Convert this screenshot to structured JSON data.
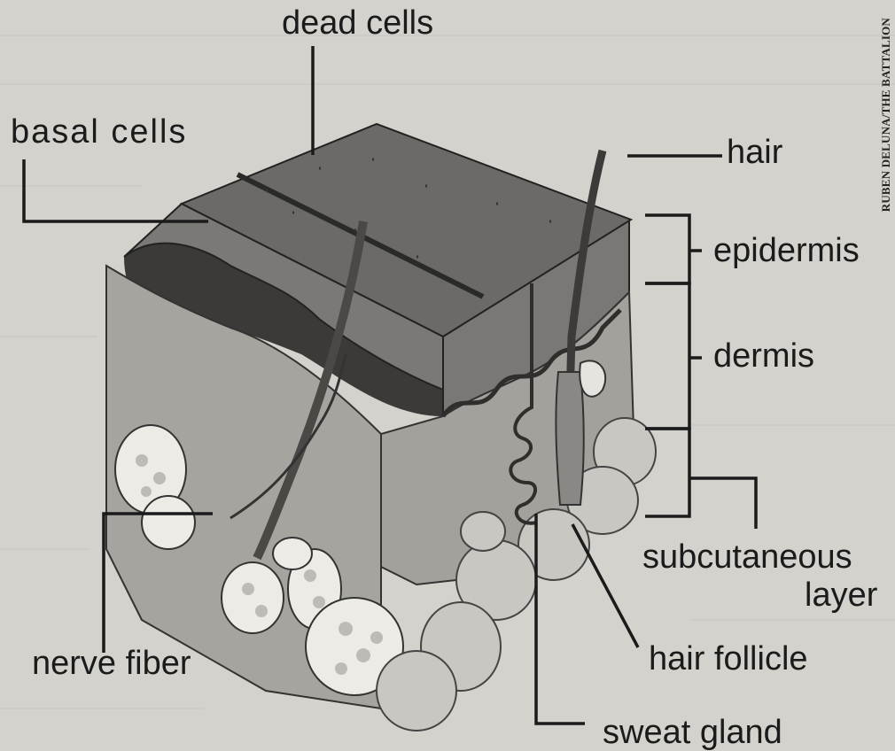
{
  "labels": {
    "dead_cells": "dead cells",
    "basal_cells": "basal cells",
    "hair": "hair",
    "epidermis": "epidermis",
    "dermis": "dermis",
    "subcutaneous_line1": "subcutaneous",
    "subcutaneous_line2": "layer",
    "nerve_fiber": "nerve fiber",
    "hair_follicle": "hair follicle",
    "sweat_gland": "sweat gland"
  },
  "credit": "RUBEN DELUNA/THE BATTALION",
  "colors": {
    "paper": "#d4d2cc",
    "ink": "#1b1b1b",
    "skin_top": "#6e6c68",
    "skin_front": "#8c8a85",
    "fat_cells": "#ecebe6"
  }
}
